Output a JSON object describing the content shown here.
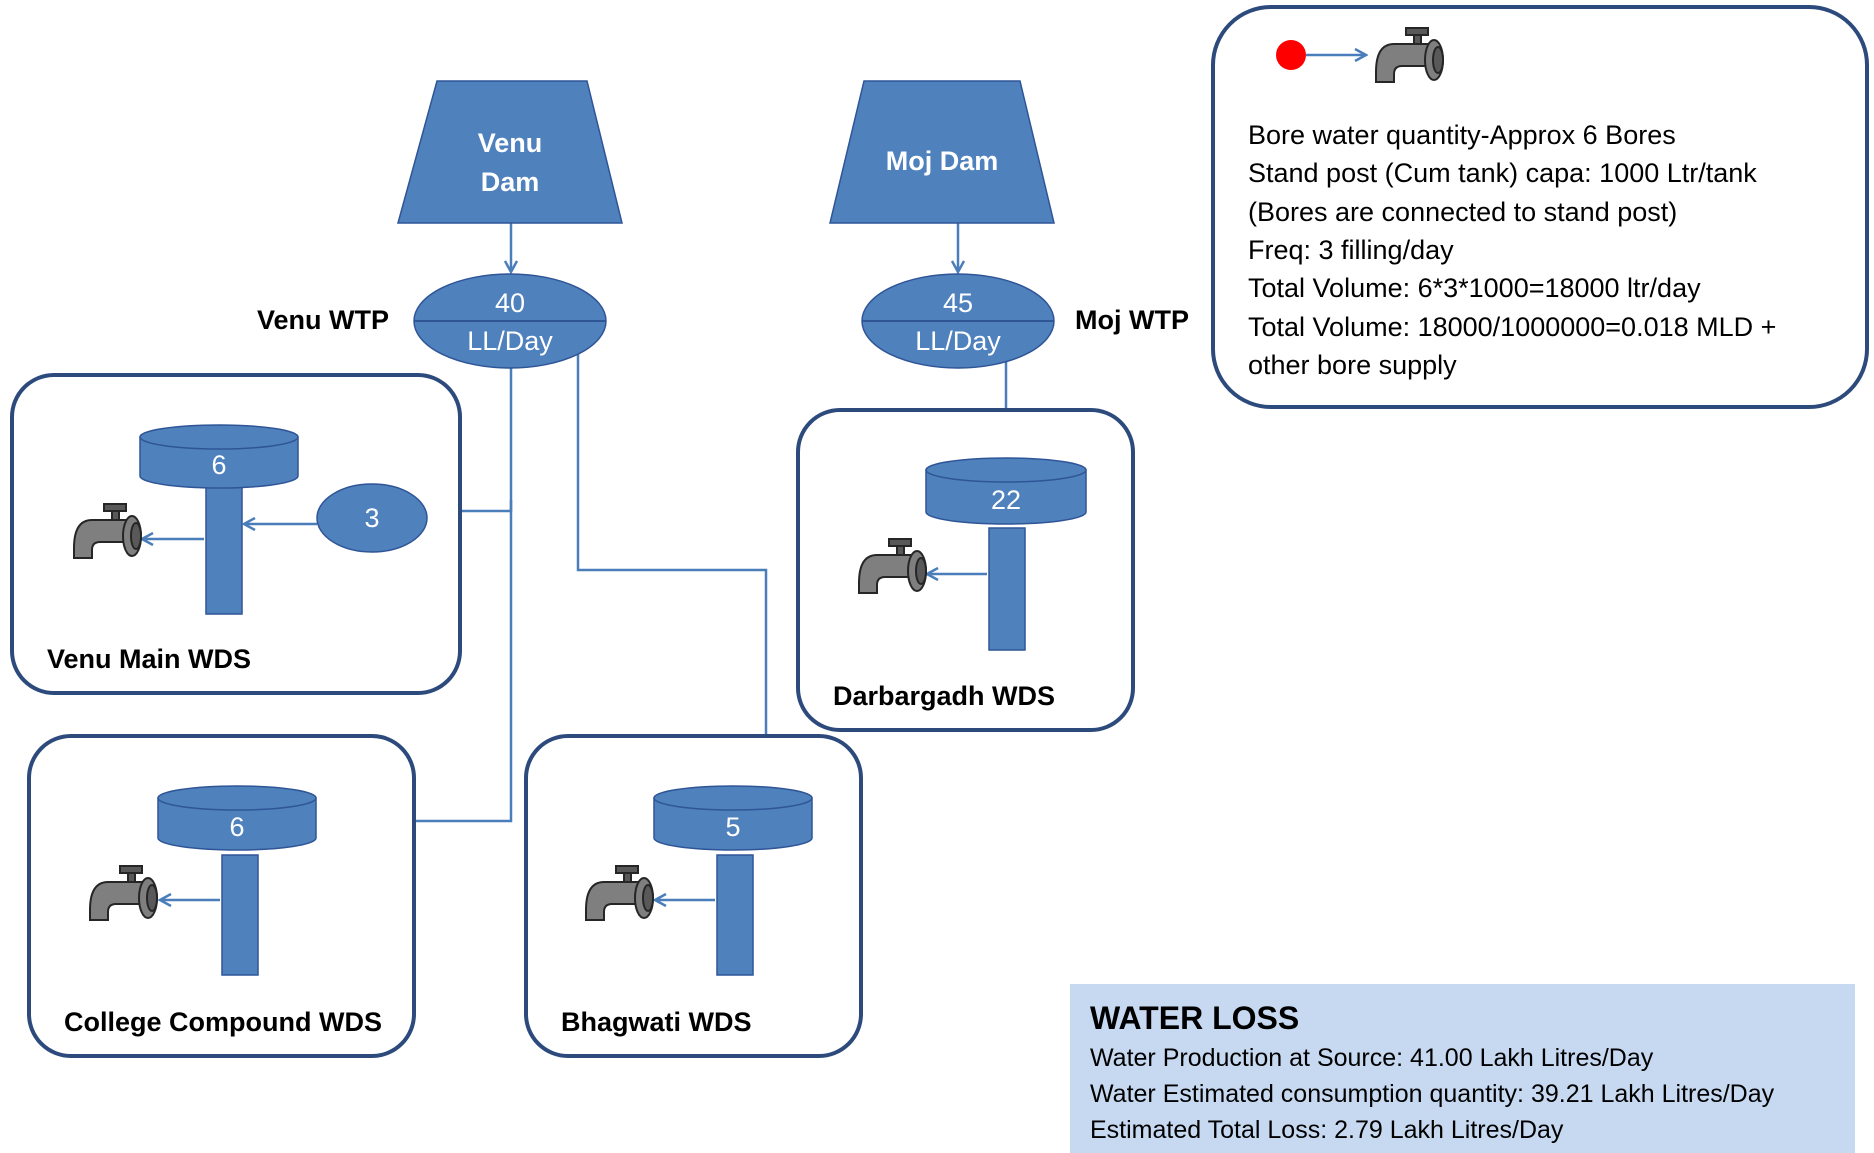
{
  "dams": {
    "venu": {
      "name_line1": "Venu",
      "name_line2": "Dam"
    },
    "moj": {
      "name": "Moj Dam"
    }
  },
  "wtps": {
    "venu": {
      "label": "Venu WTP",
      "capacity": "40",
      "unit": "LL/Day"
    },
    "moj": {
      "label": "Moj WTP",
      "capacity": "45",
      "unit": "LL/Day"
    }
  },
  "wds": {
    "venu_main": {
      "label": "Venu Main WDS",
      "tank_value": "6",
      "sump_value": "3"
    },
    "college": {
      "label": "College Compound WDS",
      "tank_value": "6"
    },
    "bhagwati": {
      "label": "Bhagwati WDS",
      "tank_value": "5"
    },
    "darbargadh": {
      "label": "Darbargadh WDS",
      "tank_value": "22"
    }
  },
  "bore_note": {
    "lines": [
      "Bore water quantity-Approx 6 Bores",
      "Stand post (Cum tank) capa: 1000 Ltr/tank",
      "(Bores are connected to stand post)",
      "Freq: 3 filling/day",
      "Total Volume: 6*3*1000=18000 ltr/day",
      "Total Volume: 18000/1000000=0.018 MLD +",
      "other bore supply"
    ]
  },
  "water_loss": {
    "title": "WATER LOSS",
    "production": "Water Production at Source: 41.00 Lakh Litres/Day",
    "consumption": "Water Estimated consumption quantity: 39.21 Lakh Litres/Day",
    "loss": "Estimated Total Loss: 2.79 Lakh Litres/Day"
  },
  "colors": {
    "shape_fill": "#4f81bd",
    "pipe": "#4a7ebb",
    "frame": "#2c4a7c",
    "loss_box": "#c6d9f1",
    "bore_dot": "#ff0000"
  },
  "icons": [
    "tap-icon",
    "red-dot-icon"
  ]
}
